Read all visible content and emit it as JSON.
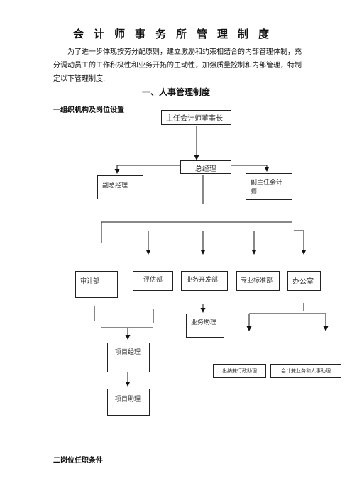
{
  "document": {
    "title": "会计师事务所管理制度",
    "intro": "为了进一步体现按劳分配原则，建立激励和约束相结合的内部管理体制，充分调动员工的工作积极性和业务开拓的主动性，加强质量控制和内部管理，特制定以下管理制度.",
    "section_heading": "一、人事管理制度",
    "subheading_1": "一组织机构及岗位设置",
    "subheading_2": "二岗位任职条件"
  },
  "org_chart": {
    "chairman": "主任会计师董事长",
    "general_manager": "总经理",
    "deputy_gm": "副总经理",
    "deputy_chief_accountant": "副主任会计师",
    "audit_dept": "审计部",
    "valuation_dept": "评估部",
    "business_dev_dept": "业务开发部",
    "standards_dept": "专业标准部",
    "office": "办公室",
    "business_assistant": "业务助理",
    "project_manager": "项目经理",
    "project_assistant": "项目助理",
    "cashier_admin_assistant": "出纳兼行政助理",
    "accounting_hr_assistant": "会计兼业务和人事助理"
  }
}
